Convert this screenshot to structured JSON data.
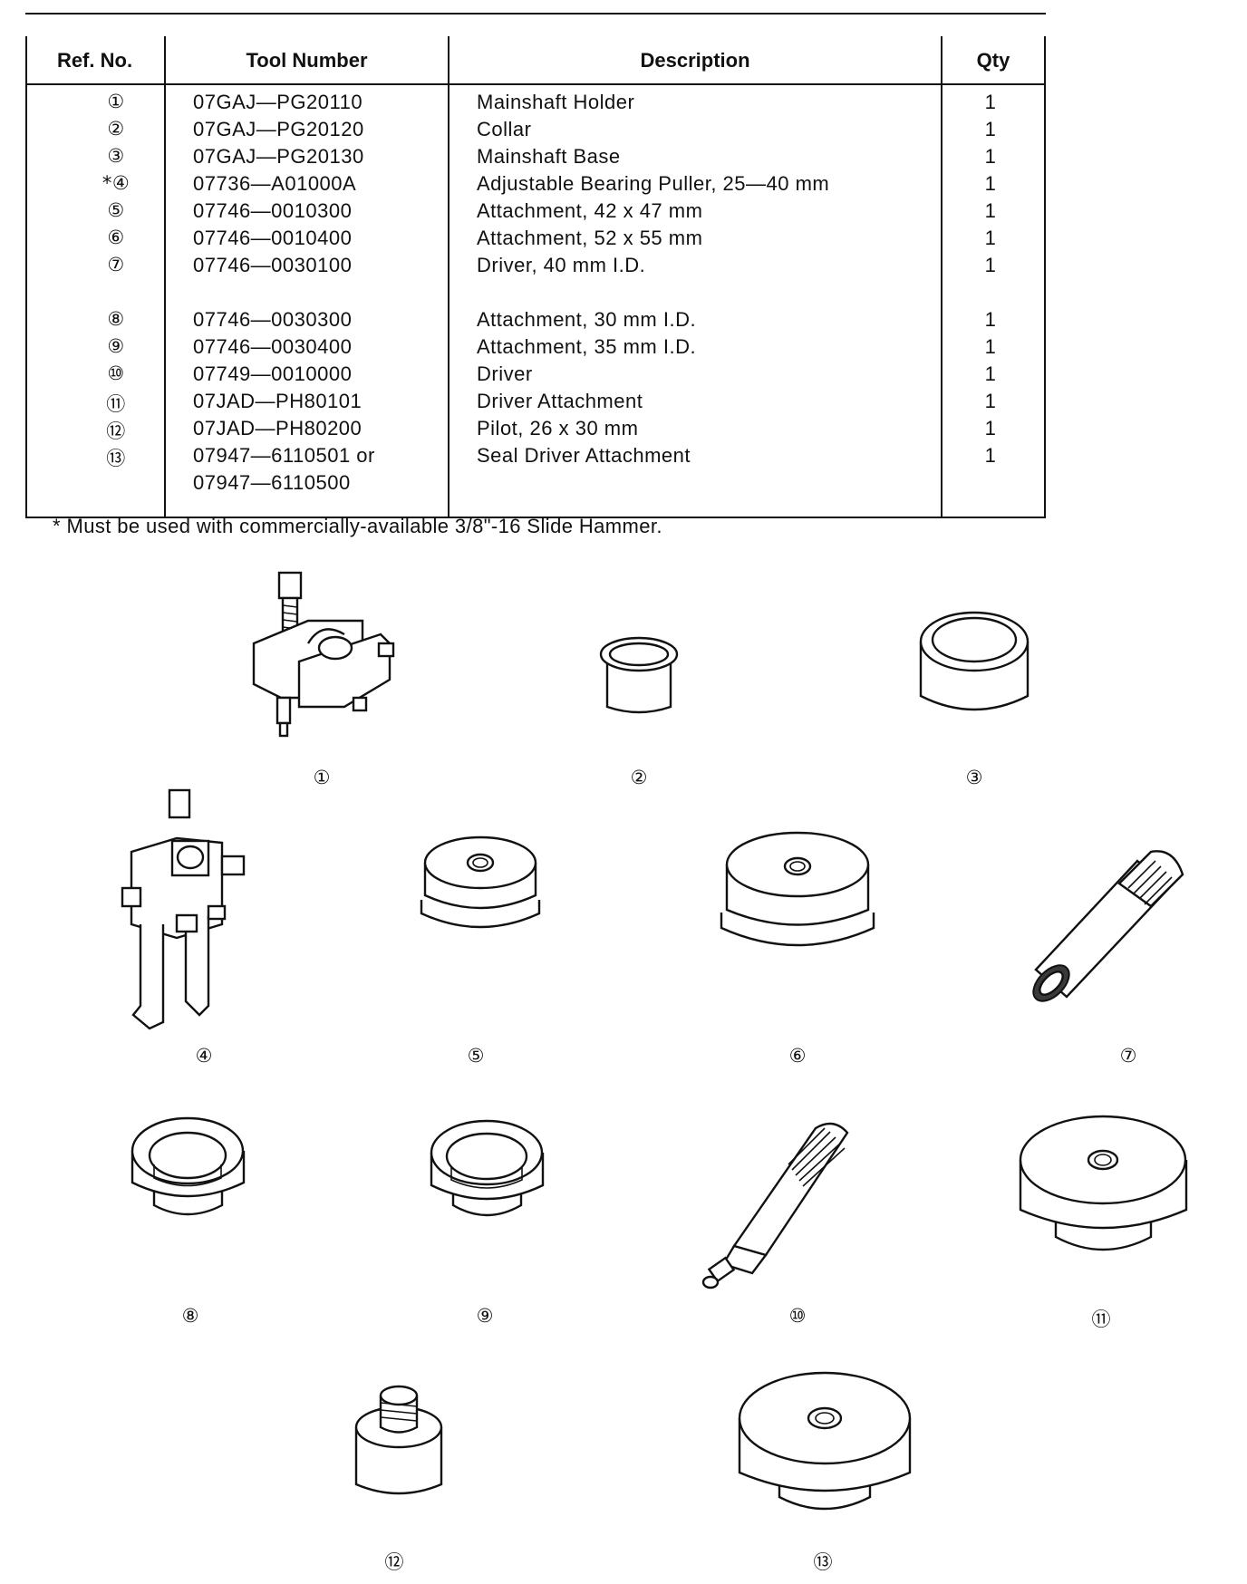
{
  "table": {
    "headers": {
      "ref": "Ref. No.",
      "tool": "Tool Number",
      "desc": "Description",
      "qty": "Qty"
    },
    "rows": [
      {
        "ref": "①",
        "tool": "07GAJ—PG20110",
        "desc": "Mainshaft Holder",
        "qty": "1"
      },
      {
        "ref": "②",
        "tool": "07GAJ—PG20120",
        "desc": "Collar",
        "qty": "1"
      },
      {
        "ref": "③",
        "tool": "07GAJ—PG20130",
        "desc": "Mainshaft Base",
        "qty": "1"
      },
      {
        "ref": "*④",
        "tool": "07736—A01000A",
        "desc": "Adjustable Bearing Puller, 25—40 mm",
        "qty": "1"
      },
      {
        "ref": "⑤",
        "tool": "07746—0010300",
        "desc": "Attachment, 42 x 47 mm",
        "qty": "1"
      },
      {
        "ref": "⑥",
        "tool": "07746—0010400",
        "desc": "Attachment, 52 x 55 mm",
        "qty": "1"
      },
      {
        "ref": "⑦",
        "tool": "07746—0030100",
        "desc": "Driver, 40 mm I.D.",
        "qty": "1"
      },
      {
        "ref": "⑧",
        "tool": "07746—0030300",
        "desc": "Attachment, 30 mm I.D.",
        "qty": "1"
      },
      {
        "ref": "⑨",
        "tool": "07746—0030400",
        "desc": "Attachment, 35 mm I.D.",
        "qty": "1"
      },
      {
        "ref": "⑩",
        "tool": "07749—0010000",
        "desc": "Driver",
        "qty": "1"
      },
      {
        "ref": "⑪",
        "tool": "07JAD—PH80101",
        "desc": "Driver Attachment",
        "qty": "1"
      },
      {
        "ref": "⑫",
        "tool": "07JAD—PH80200",
        "desc": "Pilot, 26 x 30 mm",
        "qty": "1"
      },
      {
        "ref": "⑬",
        "tool": "07947—6110501 or",
        "tool2": "07947—6110500",
        "desc": "Seal Driver Attachment",
        "qty": "1"
      }
    ]
  },
  "footnote": "* Must be used with commercially-available 3/8\"-16 Slide Hammer.",
  "figures": {
    "f1": "①",
    "f2": "②",
    "f3": "③",
    "f4": "④",
    "f5": "⑤",
    "f6": "⑥",
    "f7": "⑦",
    "f8": "⑧",
    "f9": "⑨",
    "f10": "⑩",
    "f11": "⑪",
    "f12": "⑫",
    "f13": "⑬"
  }
}
